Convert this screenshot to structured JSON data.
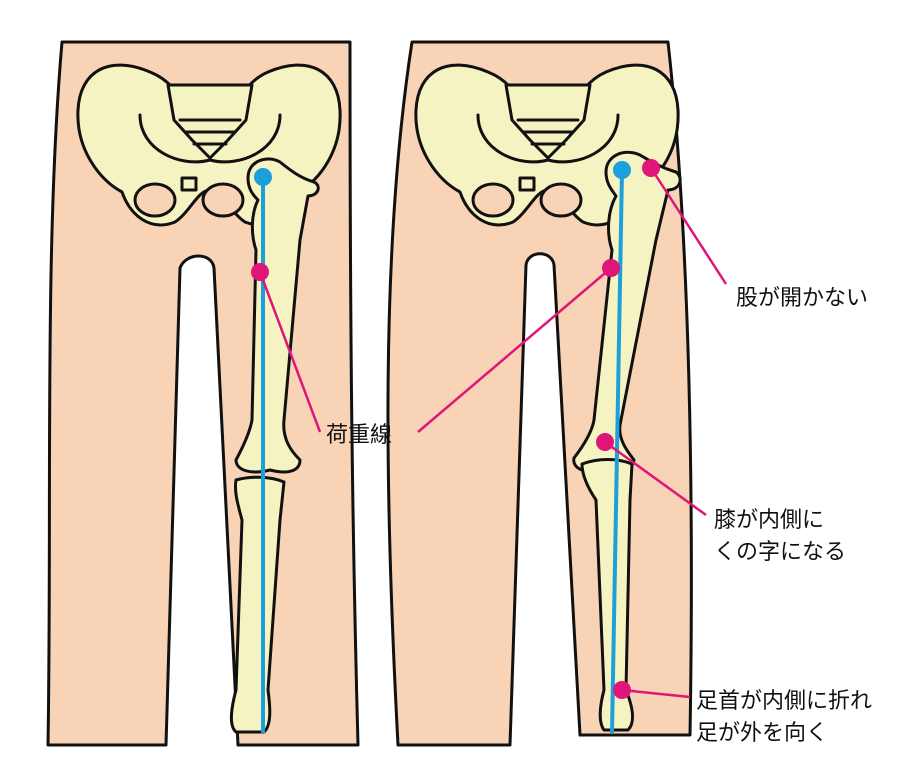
{
  "labels": {
    "load_line": "荷重線",
    "hip_not_open": "股が開かない",
    "knee_line1": "膝が内側に",
    "knee_line2": "くの字になる",
    "ankle_line1": "足首が内側に折れ",
    "ankle_line2": "足が外を向く"
  },
  "colors": {
    "skin": "#f8d3b6",
    "bone": "#f6f3c2",
    "load_line": "#1d9fdc",
    "marker": "#e0157a",
    "outline": "#111111"
  }
}
